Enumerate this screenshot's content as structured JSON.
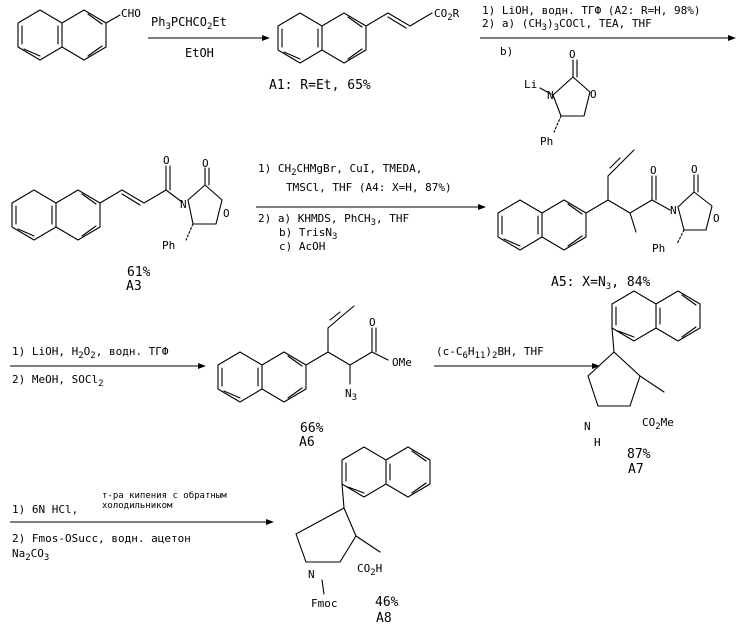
{
  "atoms": {
    "cho": "CHO",
    "co2r": "CO",
    "co2r_sub": "2",
    "co2r_tail": "R",
    "li": "Li",
    "n": "N",
    "o": "O",
    "ph": "Ph",
    "h": "H",
    "ome": "OMe",
    "n3": "N",
    "n3_sub": "3",
    "co2me": "CO",
    "co2me_sub": "2",
    "co2me_tail": "Me",
    "co2h": "CO",
    "co2h_sub": "2",
    "co2h_tail": "H",
    "fmoc": "Fmoc"
  },
  "steps": {
    "s1_top": "Ph",
    "s1_top_sub": "3",
    "s1_top_tail": "PCHCO",
    "s1_top_sub2": "2",
    "s1_top_tail2": "Et",
    "s1_bottom": "EtOH",
    "s2_line1": "1) LiOH, водн. ТГФ (А2: R=H, 98%)",
    "s2_line2a": "2) a) (CH",
    "s2_line2_sub1": "3",
    "s2_line2b": ")",
    "s2_line2_sub2": "3",
    "s2_line2c": "COCl, TEA, THF",
    "s2_line3": "b)",
    "s3_line1a": "1) CH",
    "s3_line1_sub": "2",
    "s3_line1b": "CHMgBr, CuI, TMEDA,",
    "s3_line2": "TMSCl, THF (A4: X=H, 87%)",
    "s3_line3": "2) a) KHMDS, PhCH",
    "s3_line3_sub": "3",
    "s3_line3b": ", THF",
    "s3_line4a": "b) TrisN",
    "s3_line4_sub": "3",
    "s3_line5": "c) AcOH",
    "s4_line1a": "1) LiOH, H",
    "s4_line1_sub1": "2",
    "s4_line1b": "O",
    "s4_line1_sub2": "2",
    "s4_line1c": ", водн. ТГФ",
    "s4_line2a": "2) MeOH, SOCl",
    "s4_line2_sub": "2",
    "s5_a": "(c-C",
    "s5_sub1": "6",
    "s5_b": "H",
    "s5_sub2": "11",
    "s5_c": ")",
    "s5_sub3": "2",
    "s5_d": "BH, THF",
    "s6_line1": "1) 6N HCl,",
    "s6_small1": "т-ра кипения с обратным",
    "s6_small2": "холодильником",
    "s6_line2": "2) Fmos-OSucc, водн. ацетон",
    "s6_line3a": "Na",
    "s6_line3_sub1": "2",
    "s6_line3b": "CO",
    "s6_line3_sub2": "3"
  },
  "compounds": {
    "a1": "A1: R=Et, 65%",
    "a3_yield": "61%",
    "a3": "A3",
    "a5a": "A5: X=N",
    "a5_sub": "3",
    "a5b": ", 84%",
    "a6_yield": "66%",
    "a6": "A6",
    "a7_yield": "87%",
    "a7": "A7",
    "a8_yield": "46%",
    "a8": "A8"
  }
}
